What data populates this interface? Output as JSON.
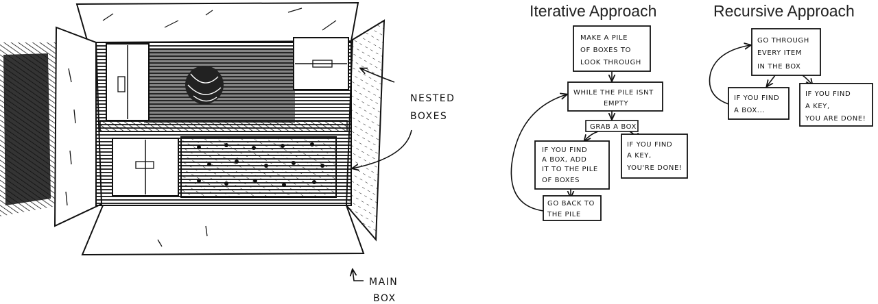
{
  "sketch": {
    "label_nested": [
      "NESTED",
      "BOXES"
    ],
    "label_main": [
      "MAIN",
      "BOX"
    ]
  },
  "iterative": {
    "title": "Iterative Approach",
    "step1": [
      "MAKE A PILE",
      "OF BOXES TO",
      "LOOK THROUGH"
    ],
    "step2": [
      "WHILE THE PILE ISNT",
      "EMPTY"
    ],
    "step3": "GRAB A BOX",
    "branch_box": [
      "IF YOU FIND",
      "A BOX, ADD",
      "IT TO THE PILE",
      "OF BOXES"
    ],
    "branch_key": [
      "IF YOU FIND",
      "A KEY,",
      "YOU'RE DONE!"
    ],
    "loop_back": [
      "GO BACK TO",
      "THE PILE"
    ]
  },
  "recursive": {
    "title": "Recursive Approach",
    "step1": [
      "GO THROUGH",
      "EVERY ITEM",
      "IN THE BOX"
    ],
    "branch_box": [
      "IF YOU FIND",
      "A BOX..."
    ],
    "branch_key": [
      "IF YOU FIND",
      "A KEY,",
      "YOU ARE DONE!"
    ]
  }
}
